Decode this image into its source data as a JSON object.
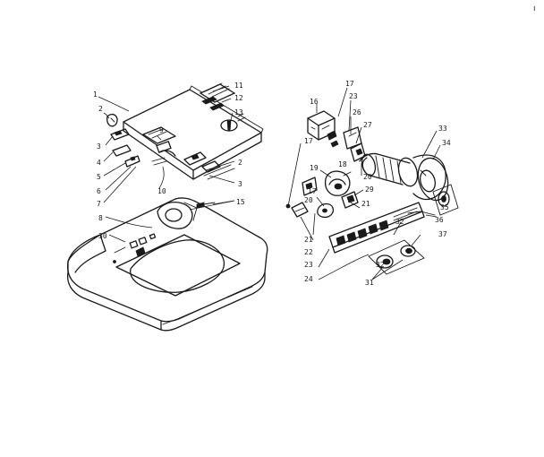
{
  "corner_mark": "ı",
  "callouts": {
    "c1": "1",
    "c2a": "2",
    "c3a": "3",
    "c4": "4",
    "c5": "5",
    "c6": "6",
    "c7": "7",
    "c8": "8",
    "c9": "9",
    "c10": "10",
    "c11": "11",
    "c12": "12",
    "c13": "13",
    "c2b": "2",
    "c3b": "3",
    "c15": "15",
    "c30": "30",
    "c16": "16",
    "c17a": "17",
    "c17b": "17",
    "c17c": "17",
    "c18": "18",
    "c19": "19",
    "c20a": "20",
    "c20b": "20",
    "c21a": "21",
    "c21b": "21",
    "c22": "22",
    "c23a": "23",
    "c23b": "23",
    "c24": "24",
    "c26": "26",
    "c27": "27",
    "c29": "29",
    "c31": "31",
    "c32a": "32",
    "c32b": "32",
    "c33": "33",
    "c34": "34",
    "c35": "35",
    "c36": "36",
    "c37": "37"
  }
}
